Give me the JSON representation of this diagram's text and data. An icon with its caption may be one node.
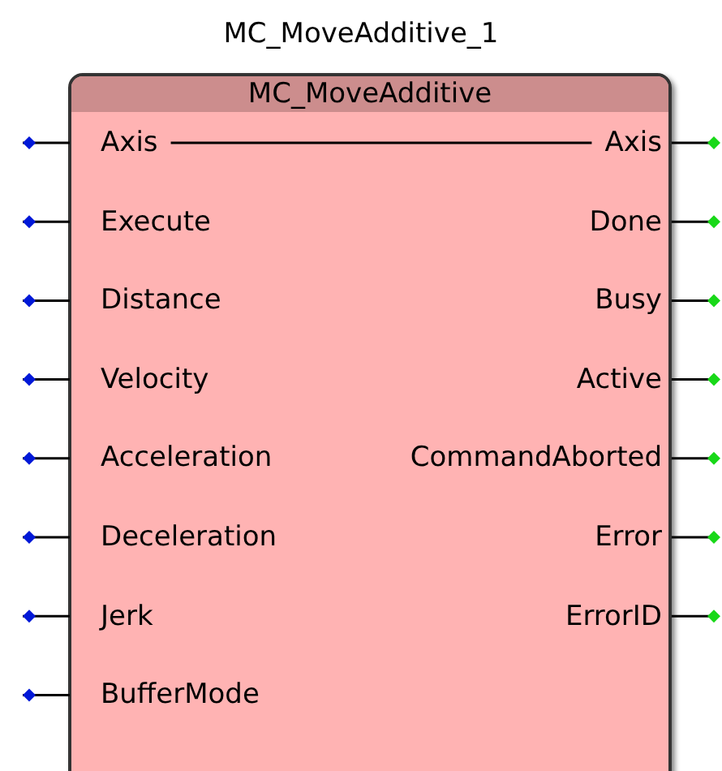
{
  "diagram": {
    "nodes": [
      {
        "text": [
          "MC_MoveAdditive_1",
          "MC_MoveAdditive"
        ]
      },
      {
        "text": [
          "Axis"
        ],
        "in": 0
      },
      {
        "text": [
          "Axis"
        ],
        "in": 0
      },
      {
        "text": [
          "Execute"
        ],
        "in": 0
      },
      {
        "text": [
          "Done"
        ],
        "in": 0
      },
      {
        "text": [
          "Distance"
        ],
        "in": 0
      },
      {
        "text": [
          "Busy"
        ],
        "in": 0
      },
      {
        "text": [
          "Velocity"
        ],
        "in": 0
      },
      {
        "text": [
          "Active"
        ],
        "in": 0
      },
      {
        "text": [
          "Acceleration"
        ],
        "in": 0
      },
      {
        "text": [
          "CommandAborted"
        ],
        "in": 0
      },
      {
        "text": [
          "Deceleration"
        ],
        "in": 0
      },
      {
        "text": [
          "Error"
        ],
        "in": 0
      },
      {
        "text": [
          "Jerk"
        ],
        "in": 0
      },
      {
        "text": [
          "ErrorID"
        ],
        "in": 0
      },
      {
        "text": [
          "BufferMode"
        ],
        "in": 0
      }
    ],
    "edges": [
      {
        "from": 1,
        "to": 2,
        "arrow": "none"
      }
    ]
  }
}
